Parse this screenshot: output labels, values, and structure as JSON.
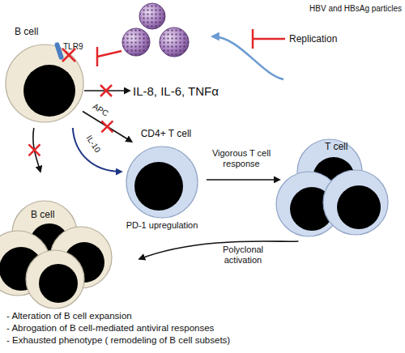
{
  "diagram": {
    "nodes": [
      {
        "text": [
          "B cell",
          "TLR9"
        ]
      },
      {
        "text": [
          "CD4+ T cell",
          "PD-1 upregulation"
        ]
      },
      {
        "text": [
          "T cell"
        ]
      },
      {
        "text": [
          "B cell"
        ]
      }
    ],
    "edges": [
      {
        "from": 0,
        "to": 1,
        "label": "APC",
        "arrow": "to"
      },
      {
        "from": 0,
        "to": 1,
        "label": "IL-10",
        "arrow": "to"
      },
      {
        "from": 0,
        "to": 3,
        "arrow": "to"
      },
      {
        "from": 1,
        "to": 2,
        "label": "Vigorous T cell response",
        "arrow": "to"
      },
      {
        "from": 2,
        "to": 3,
        "label": "Polyclonal activation",
        "arrow": "to"
      }
    ],
    "labels": [
      "HBV and HBsAg particles",
      "Replication",
      "IL-8, IL-6, TNFα",
      "- Alteration of B cell expansion",
      "- Abrogation of B cell-mediated antiviral responses",
      "- Exhausted phenotype ( remodeling of B cell subsets)"
    ]
  }
}
